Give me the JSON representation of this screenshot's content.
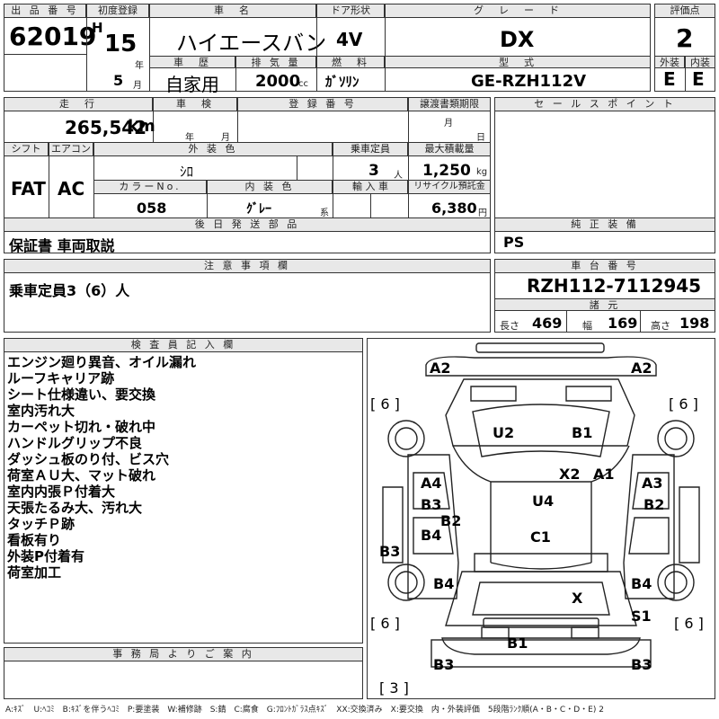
{
  "header": {
    "lot_label": "出 品 番 号",
    "lot": "62019",
    "reg_label": "初度登録",
    "era": "H",
    "year": "15",
    "year_unit": "年",
    "month": "5",
    "month_unit": "月",
    "car_name_label": "車　名",
    "car_name": "ハイエースバン",
    "door_label": "ドア形状",
    "door": "4V",
    "grade_label": "グ　レ　ー　ド",
    "grade": "DX",
    "score_label": "評価点",
    "score": "2",
    "history_label": "車　歴",
    "history": "自家用",
    "displacement_label": "排 気 量",
    "displacement": "2000",
    "displacement_unit": "cc",
    "fuel_label": "燃　料",
    "fuel": "ｶﾞｿﾘﾝ",
    "model_label": "型　式",
    "model": "GE-RZH112V",
    "ext_label": "外装",
    "ext": "E",
    "int_label": "内装",
    "int": "E"
  },
  "row2": {
    "mileage_label": "走　行",
    "mileage": "265,542",
    "mileage_unit": "km",
    "inspection_label": "車　検",
    "insp_year_unit": "年",
    "insp_month_unit": "月",
    "reg_no_label": "登 録 番 号",
    "transfer_label": "譲渡書類期限",
    "transfer_month_unit": "月",
    "transfer_day_unit": "日",
    "sales_label": "セ ー ル ス ポ イ ン ト",
    "shift_label": "シフト",
    "ac_label": "エアコン",
    "color_label": "外 装 色",
    "capacity_label": "乗車定員",
    "load_label": "最大積載量",
    "shift": "FAT",
    "ac": "AC",
    "color": "ｼﾛ",
    "capacity": "3",
    "capacity_unit": "人",
    "load": "1,250",
    "load_unit": "kg",
    "color_no_label": "カラーNo.",
    "interior_color_label": "内 装 色",
    "import_label": "輸 入 車",
    "recycle_label": "リサイクル預託金",
    "color_no": "058",
    "interior_color": "ｸﾞﾚｰ",
    "interior_unit": "系",
    "recycle": "6,380",
    "recycle_unit": "円"
  },
  "parts": {
    "later_label": "後 日 発 送 部 品",
    "later": "保証書 車両取説",
    "genuine_label": "純 正 装 備",
    "genuine": "PS"
  },
  "notes": {
    "label": "注 意 事 項 欄",
    "text": "乗車定員3（6）人"
  },
  "chassis": {
    "label": "車 台 番 号",
    "number": "RZH112-7112945",
    "dims_label": "諸 元",
    "length_label": "長さ",
    "length": "469",
    "width_label": "幅",
    "width": "169",
    "height_label": "高さ",
    "height": "198"
  },
  "inspector": {
    "label": "検 査 員 記 入 欄",
    "lines": [
      "エンジン廻り異音、オイル漏れ",
      "ルーフキャリア跡",
      "シート仕様違い、要交換",
      "室内汚れ大",
      "カーペット切れ・破れ中",
      "ハンドルグリップ不良",
      "ダッシュ板のり付、ビス穴",
      "荷室ＡＵ大、マット破れ",
      "室内内張Ｐ付着大",
      "天張たるみ大、汚れ大",
      "タッチＰ跡",
      "看板有り",
      "外装P付着有",
      "荷室加工"
    ]
  },
  "office": {
    "label": "事 務 局 よ り ご 案 内"
  },
  "diagram": {
    "marks": {
      "a2_left": "A2",
      "a2_right": "A2",
      "six_tl": "[ 6 ]",
      "six_tr": "[ 6 ]",
      "six_bl": "[ 6 ]",
      "six_br": "[ 6 ]",
      "u2": "U2",
      "b1_top": "B1",
      "x2": "X2",
      "a1": "A1",
      "a4": "A4",
      "b3_l1": "B3",
      "b2_l": "B2",
      "b4_l1": "B4",
      "a3": "A3",
      "b2_r": "B2",
      "u4": "U4",
      "c1": "C1",
      "b3_l2": "B3",
      "b4_l2": "B4",
      "b4_r": "B4",
      "x": "X",
      "s1": "S1",
      "b1_bottom": "B1",
      "b3_bl": "B3",
      "b3_br": "B3",
      "three": "[ 3 ]"
    }
  },
  "legend": "A:ｷｽﾞ　U:ﾍｺﾐ　B:ｷｽﾞを伴うﾍｺﾐ　P:要塗装　W:補修跡　S:錆　C:腐食　G:ﾌﾛﾝﾄｶﾞﾗｽ点ｷｽﾞ　XX:交換済み　X:要交換　内・外装評価　5段階ﾗﾝｸ順(A・B・C・D・E) 2"
}
